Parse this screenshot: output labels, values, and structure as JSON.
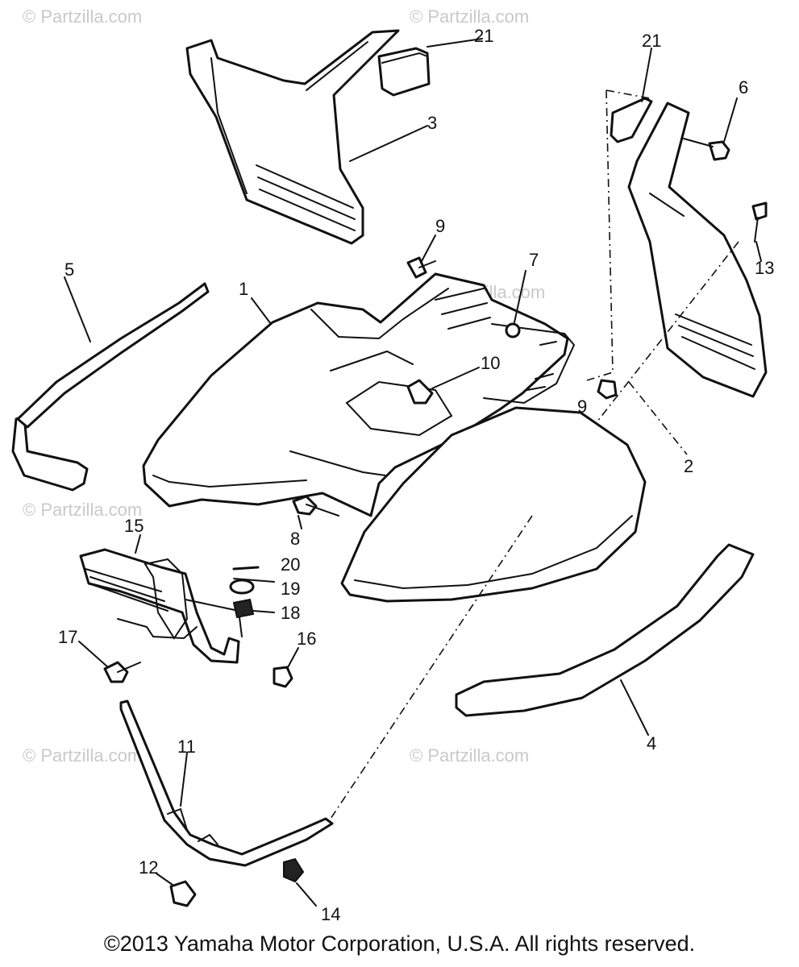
{
  "watermark": "© Partzilla.com",
  "copyright": "©2013 Yamaha Motor Corporation, U.S.A. All rights reserved.",
  "callouts": {
    "p1": "1",
    "p2": "2",
    "p3": "3",
    "p4": "4",
    "p5": "5",
    "p6": "6",
    "p7": "7",
    "p8": "8",
    "p9a": "9",
    "p9b": "9",
    "p10": "10",
    "p11": "11",
    "p12": "12",
    "p13": "13",
    "p14": "14",
    "p15": "15",
    "p16": "16",
    "p17": "17",
    "p18": "18",
    "p19": "19",
    "p20": "20",
    "p21a": "21",
    "p21b": "21"
  }
}
